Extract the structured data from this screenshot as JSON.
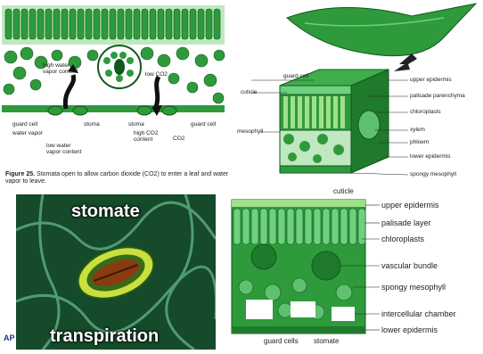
{
  "panel_a": {
    "labels": {
      "high_water": "high water vapor content",
      "low_co2": "low CO2",
      "guard_cell_left": "guard cell",
      "water_vapor": "water vapor",
      "stoma_left": "stoma",
      "low_water": "low water vapor content",
      "stoma_right": "stoma",
      "guard_cell_right": "guard cell",
      "high_co2": "high CO2 content",
      "co2": "CO2"
    },
    "caption_prefix": "Figure 25.",
    "caption_text": "Stomata open to allow carbon dioxide (CO2) to enter a leaf and water vapor to leave."
  },
  "panel_b": {
    "left_labels": {
      "guard_cell": "guard cell",
      "cuticle": "cuticle",
      "mesophyll": "mesophyll"
    },
    "right_labels": [
      "upper epidermis",
      "palisade parenchyma",
      "chloroplasts",
      "xylem",
      "phloem",
      "lower epidermis",
      "spongy mesophyll"
    ]
  },
  "panel_c": {
    "title": "stomate",
    "subtitle": "transpiration",
    "corner_text": "AP"
  },
  "panel_d": {
    "top_label": "cuticle",
    "right_labels": [
      "upper epidermis",
      "palisade layer",
      "chloroplasts",
      "vascular bundle",
      "spongy mesophyll",
      "intercellular chamber",
      "lower epidermis"
    ],
    "bottom_labels": [
      "guard cells",
      "stomate"
    ]
  },
  "colors": {
    "leaf_green": "#2f9a3c",
    "dark_green": "#0e5a1c",
    "light_green": "#9fe08a",
    "pore_brown": "#8a3a10"
  }
}
